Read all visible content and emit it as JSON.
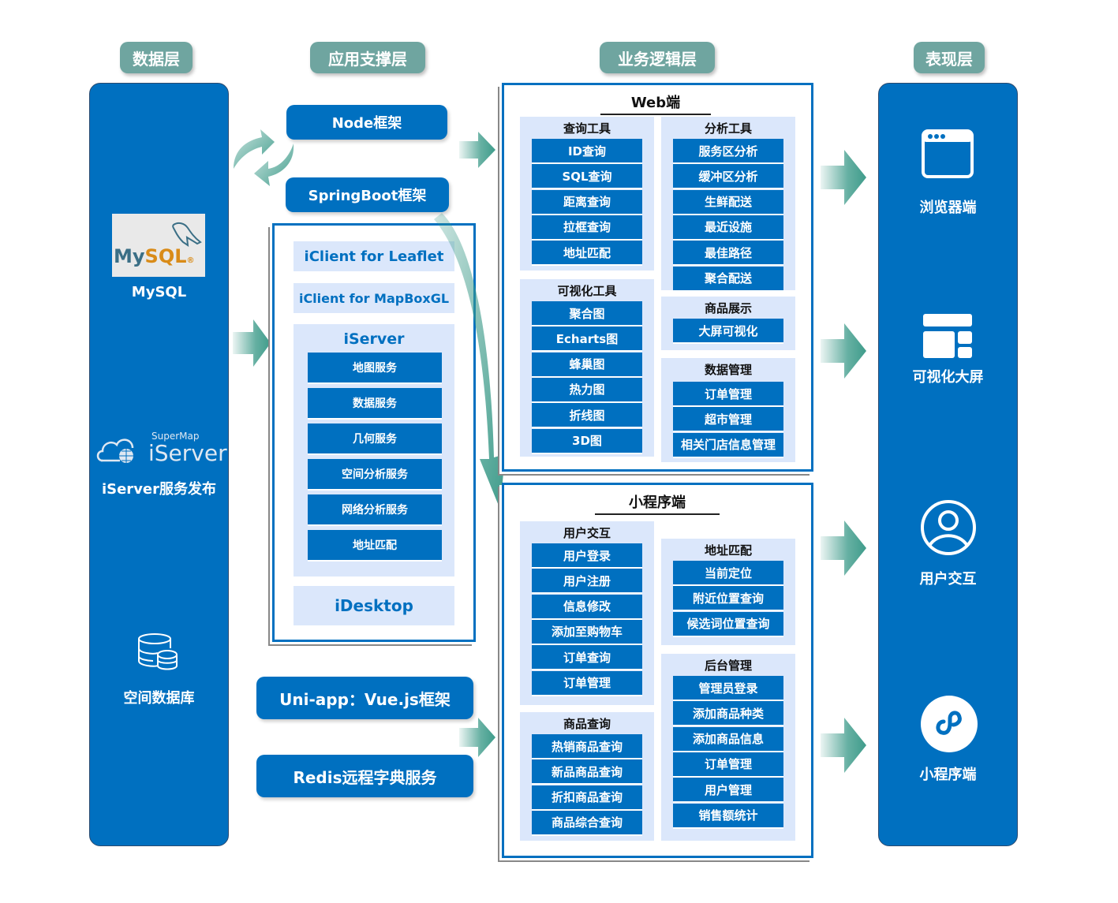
{
  "layers": {
    "data": "数据层",
    "support": "应用支撑层",
    "logic": "业务逻辑层",
    "presentation": "表现层"
  },
  "data_layer": {
    "mysql_logo_text": "MySQL",
    "mysql_label": "MySQL",
    "iserver_logo_brand": "SuperMap",
    "iserver_logo_text": "iServer",
    "iserver_label": "iServer服务发布",
    "spatial_db_label": "空间数据库"
  },
  "support_layer": {
    "node": "Node框架",
    "springboot": "SpringBoot框架",
    "iclient_leaflet": "iClient for Leaflet",
    "iclient_mapbox": "iClient for MapBoxGL",
    "iserver": {
      "title": "iServer",
      "items": [
        "地图服务",
        "数据服务",
        "几何服务",
        "空间分析服务",
        "网络分析服务",
        "地址匹配"
      ]
    },
    "idesktop": "iDesktop",
    "uniapp": "Uni-app：Vue.js框架",
    "redis": "Redis远程字典服务"
  },
  "logic_layer": {
    "web": {
      "title": "Web端",
      "groups": [
        {
          "title": "查询工具",
          "items": [
            "ID查询",
            "SQL查询",
            "距离查询",
            "拉框查询",
            "地址匹配"
          ]
        },
        {
          "title": "分析工具",
          "items": [
            "服务区分析",
            "缓冲区分析",
            "生鲜配送",
            "最近设施",
            "最佳路径",
            "聚合配送"
          ]
        },
        {
          "title": "可视化工具",
          "items": [
            "聚合图",
            "Echarts图",
            "蜂巢图",
            "热力图",
            "折线图",
            "3D图"
          ]
        },
        {
          "title": "商品展示",
          "items": [
            "大屏可视化"
          ]
        },
        {
          "title": "数据管理",
          "items": [
            "订单管理",
            "超市管理",
            "相关门店信息管理"
          ]
        }
      ]
    },
    "mini": {
      "title": "小程序端",
      "groups": [
        {
          "title": "用户交互",
          "items": [
            "用户登录",
            "用户注册",
            "信息修改",
            "添加至购物车",
            "订单查询",
            "订单管理"
          ]
        },
        {
          "title": "地址匹配",
          "items": [
            "当前定位",
            "附近位置查询",
            "候选词位置查询"
          ]
        },
        {
          "title": "商品查询",
          "items": [
            "热销商品查询",
            "新品商品查询",
            "折扣商品查询",
            "商品综合查询"
          ]
        },
        {
          "title": "后台管理",
          "items": [
            "管理员登录",
            "添加商品种类",
            "添加商品信息",
            "订单管理",
            "用户管理",
            "销售额统计"
          ]
        }
      ]
    }
  },
  "presentation_layer": {
    "items": [
      {
        "icon": "browser-window-icon",
        "label": "浏览器端"
      },
      {
        "icon": "dashboard-layout-icon",
        "label": "可视化大屏"
      },
      {
        "icon": "user-circle-icon",
        "label": "用户交互"
      },
      {
        "icon": "mini-program-icon",
        "label": "小程序端"
      }
    ]
  },
  "colors": {
    "primary_blue": "#0070c0",
    "light_blue": "#dbe7fb",
    "tag_teal": "#6fa5a0",
    "arrow_teal": "#3f9c8b"
  }
}
